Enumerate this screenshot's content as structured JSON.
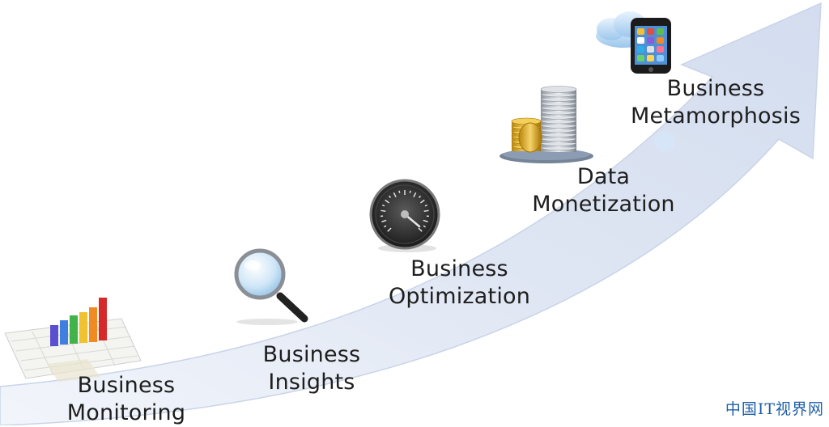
{
  "stages": [
    {
      "line1": "Business",
      "line2": "Monitoring",
      "icon": "bar-chart-icon"
    },
    {
      "line1": "Business",
      "line2": "Insights",
      "icon": "magnifying-glass-icon"
    },
    {
      "line1": "Business",
      "line2": "Optimization",
      "icon": "speedometer-icon"
    },
    {
      "line1": "Data",
      "line2": "Monetization",
      "icon": "coin-stack-icon"
    },
    {
      "line1": "Business",
      "line2": "Metamorphosis",
      "icon": "smartphone-cloud-icon"
    }
  ],
  "watermark": "中国IT视界网",
  "colors": {
    "arrow_fill": "#dfe6f3",
    "arrow_edge": "#bfcbe3",
    "text": "#1e1e1e"
  }
}
